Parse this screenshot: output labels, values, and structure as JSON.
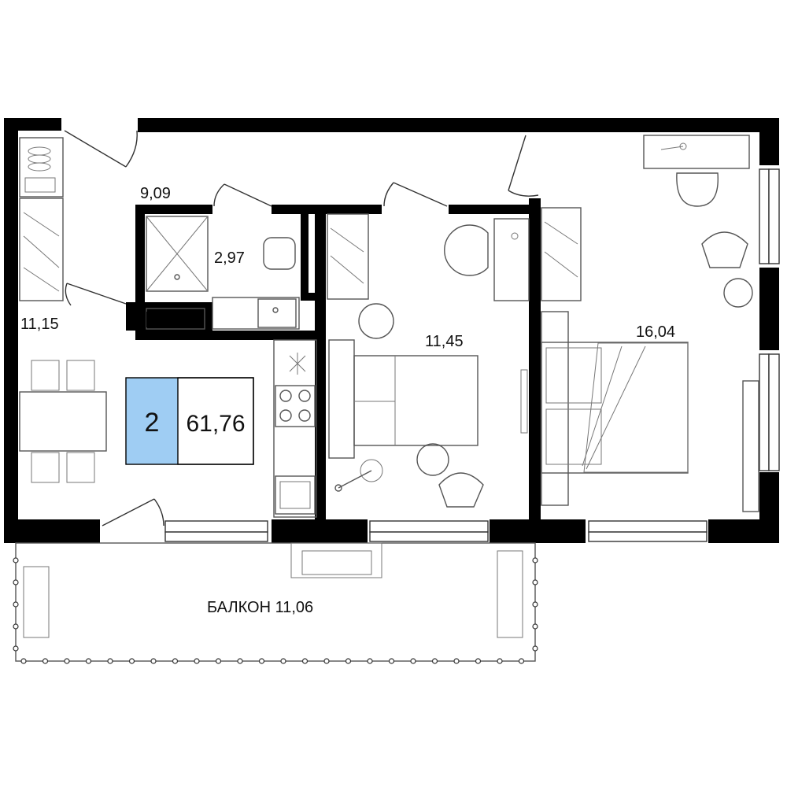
{
  "summary": {
    "rooms_count": "2",
    "total_area": "61,76",
    "accent_color": "#9fcdf3"
  },
  "rooms": {
    "hall_area": "9,09",
    "bathroom_area": "2,97",
    "kitchen_area": "11,15",
    "bedroom_area": "11,45",
    "master_bedroom_area": "16,04",
    "balcony_label": "БАЛКОН 11,06"
  }
}
